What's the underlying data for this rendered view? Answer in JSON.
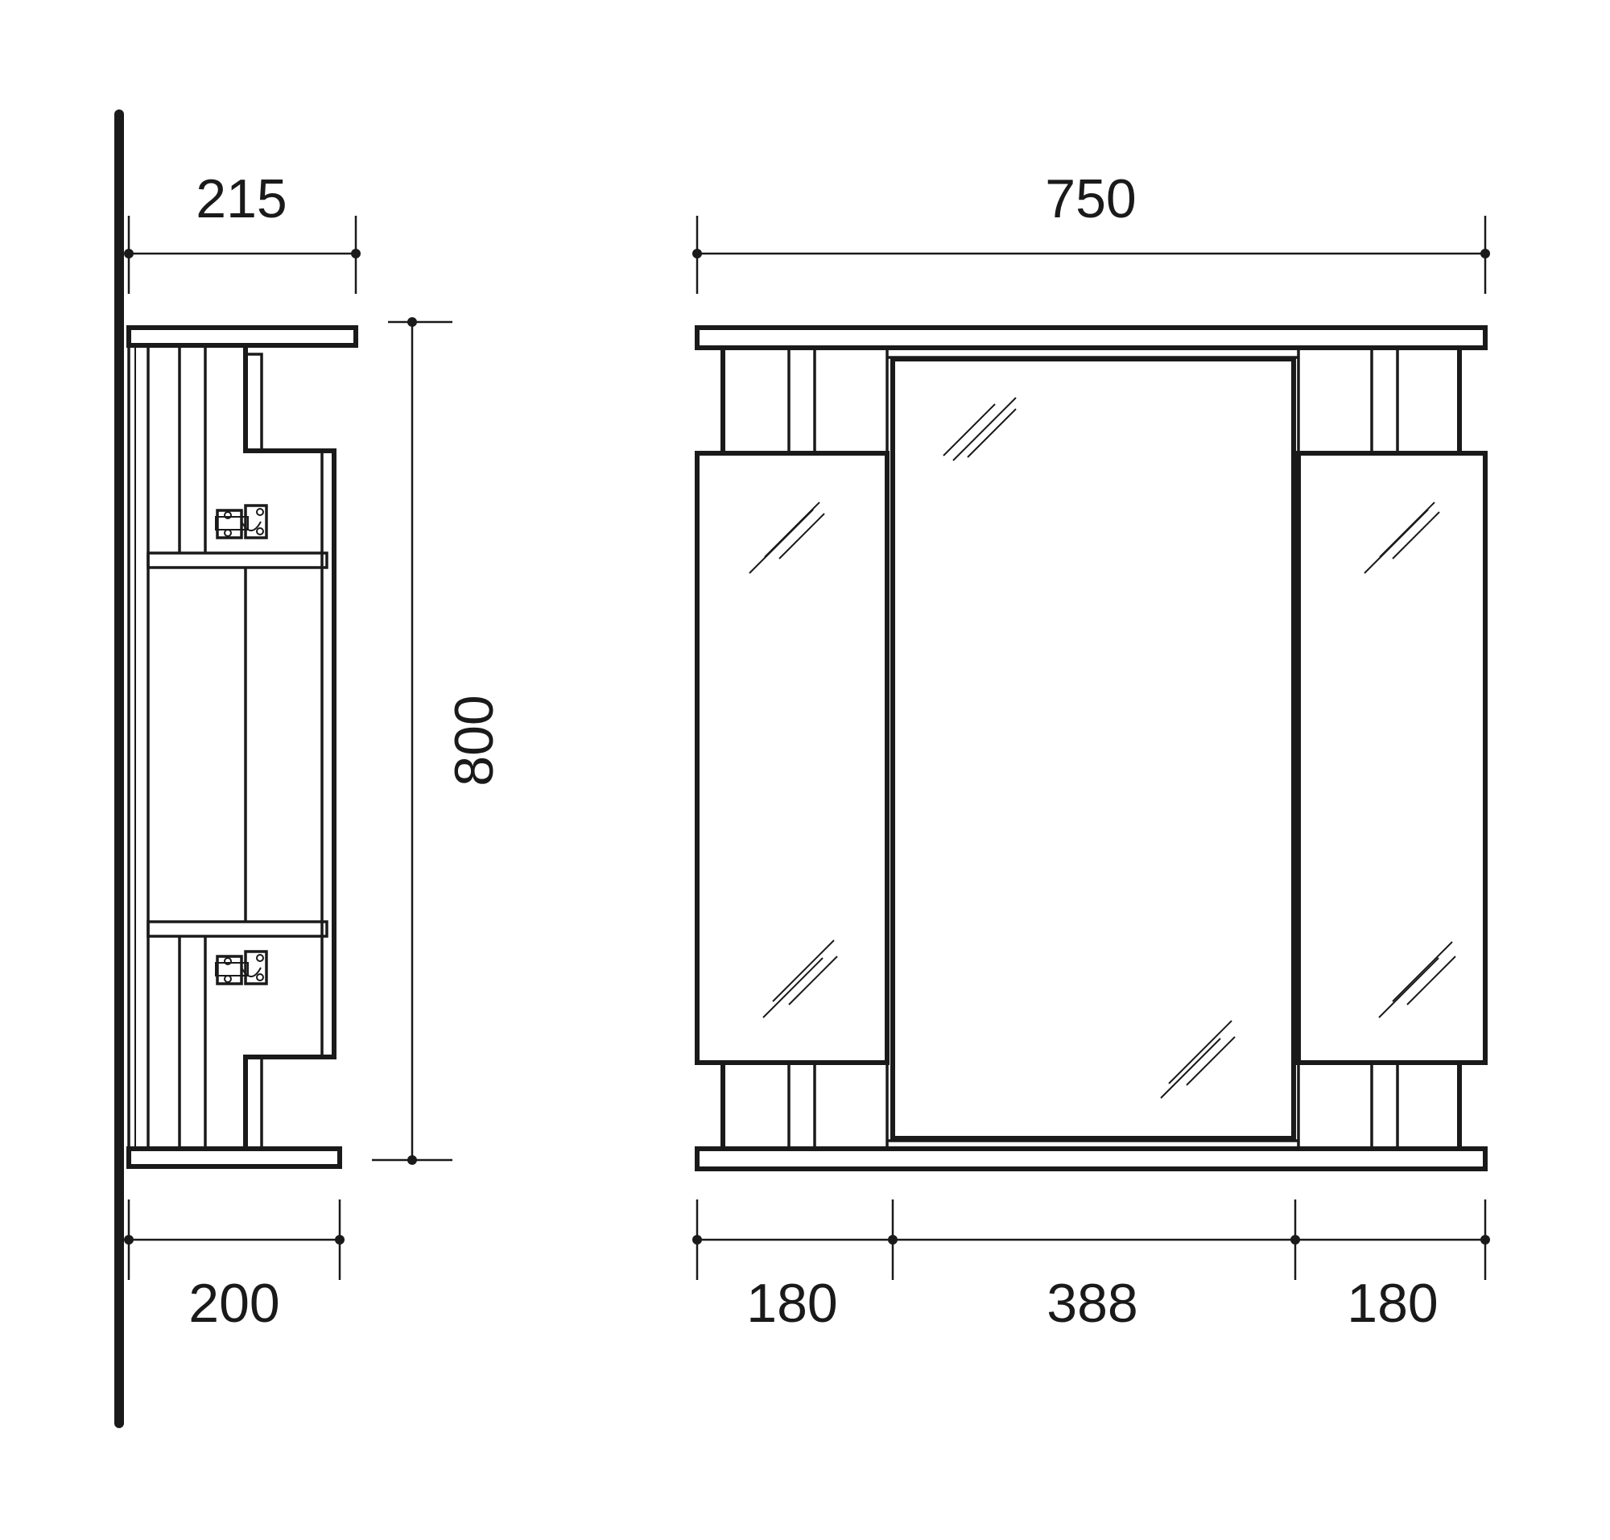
{
  "side_view": {
    "depth_top": "215",
    "depth_bottom": "200",
    "height": "800"
  },
  "front_view": {
    "total_width": "750",
    "left_section": "180",
    "middle_section": "388",
    "right_section": "180"
  },
  "colors": {
    "line": "#1a1a1a",
    "background": "#ffffff"
  }
}
